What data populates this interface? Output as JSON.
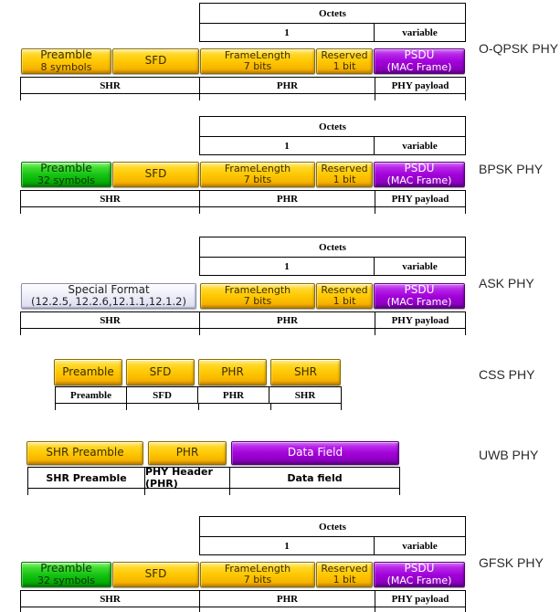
{
  "colors": {
    "block_yellow": "#fec802",
    "block_green": "#16c414",
    "block_purple": "#a203da",
    "block_lavender": "#ececf8",
    "border": "#000000"
  },
  "sections": [
    {
      "phy_label": "O-QPSK PHY",
      "octets": {
        "title": "Octets",
        "col1": "1",
        "col2": "variable"
      },
      "blocks": [
        {
          "line1": "Preamble",
          "line2": "8 symbols"
        },
        {
          "line1": "SFD"
        },
        {
          "line1": "FrameLength",
          "line2": "7 bits"
        },
        {
          "line1": "Reserved",
          "line2": "1 bit"
        },
        {
          "line1": "PSDU",
          "line2": "(MAC Frame)"
        }
      ],
      "footer": [
        "SHR",
        "PHR",
        "PHY payload"
      ]
    },
    {
      "phy_label": "BPSK PHY",
      "octets": {
        "title": "Octets",
        "col1": "1",
        "col2": "variable"
      },
      "blocks": [
        {
          "line1": "Preamble",
          "line2": "32 symbols"
        },
        {
          "line1": "SFD"
        },
        {
          "line1": "FrameLength",
          "line2": "7 bits"
        },
        {
          "line1": "Reserved",
          "line2": "1 bit"
        },
        {
          "line1": "PSDU",
          "line2": "(MAC Frame)"
        }
      ],
      "footer": [
        "SHR",
        "PHR",
        "PHY payload"
      ]
    },
    {
      "phy_label": "ASK PHY",
      "octets": {
        "title": "Octets",
        "col1": "1",
        "col2": "variable"
      },
      "blocks": [
        {
          "line1": "Special Format",
          "line2": "(12.2.5, 12.2.6,12.1.1,12.1.2)"
        },
        {
          "line1": "FrameLength",
          "line2": "7 bits"
        },
        {
          "line1": "Reserved",
          "line2": "1 bit"
        },
        {
          "line1": "PSDU",
          "line2": "(MAC Frame)"
        }
      ],
      "footer": [
        "SHR",
        "PHR",
        "PHY payload"
      ]
    },
    {
      "phy_label": "CSS PHY",
      "blocks": [
        {
          "line1": "Preamble"
        },
        {
          "line1": "SFD"
        },
        {
          "line1": "PHR"
        },
        {
          "line1": "SHR"
        }
      ],
      "footer": [
        "Preamble",
        "SFD",
        "PHR",
        "SHR"
      ]
    },
    {
      "phy_label": "UWB PHY",
      "blocks": [
        {
          "line1": "SHR Preamble"
        },
        {
          "line1": "PHR"
        },
        {
          "line1": "Data Field"
        }
      ],
      "footer": [
        "SHR Preamble",
        "PHY Header (PHR)",
        "Data field"
      ]
    },
    {
      "phy_label": "GFSK PHY",
      "octets": {
        "title": "Octets",
        "col1": "1",
        "col2": "variable"
      },
      "blocks": [
        {
          "line1": "Preamble",
          "line2": "32 symbols"
        },
        {
          "line1": "SFD"
        },
        {
          "line1": "FrameLength",
          "line2": "7 bits"
        },
        {
          "line1": "Reserved",
          "line2": "1 bit"
        },
        {
          "line1": "PSDU",
          "line2": "(MAC Frame)"
        }
      ],
      "footer": [
        "SHR",
        "PHR",
        "PHY payload"
      ]
    }
  ]
}
